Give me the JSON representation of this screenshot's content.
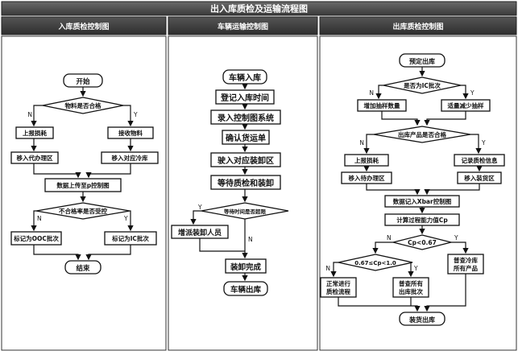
{
  "title": "出入库质检及运输流程图",
  "columns": {
    "inbound": "入库质检控制图",
    "transport": "车辆运输控制图",
    "outbound": "出库质检控制图"
  },
  "inbound": {
    "start": "开始",
    "decision_qualified": "物料是否合格",
    "no": "N",
    "yes": "Y",
    "report_loss": "上报损耗",
    "receive": "接收物料",
    "move_pending": "移入代办理区",
    "move_cold": "移入对应冷库",
    "upload": "数据上传至p控制图",
    "decision_rate": "不合格率是否受控",
    "mark_ooc": "标记为OOC批次",
    "mark_ic": "标记为IC批次",
    "end": "结束"
  },
  "transport": {
    "vehicle_in": "车辆入库",
    "register_time": "登记入库时间",
    "record_system": "录入控制图系统",
    "confirm_order": "确认货运单",
    "to_dock": "驶入对应装卸区",
    "wait_qc": "等待质检和装卸",
    "decision_wait": "等待时间是否超限",
    "yes": "Y",
    "no": "N",
    "add_staff": "增派装卸人员",
    "load_done": "装卸完成",
    "vehicle_out": "车辆出库"
  },
  "outbound": {
    "plan_out": "预定出库",
    "decision_ic": "是否为IC批次",
    "no": "N",
    "yes": "Y",
    "more_samples": "增加抽样数量",
    "fewer_samples": "适量减少抽样",
    "decision_product": "出库产品是否合格",
    "report_loss": "上报损耗",
    "record_qc": "记录质检信息",
    "move_pending": "移入待办理区",
    "move_load": "移入装货区",
    "record_xbar": "数据记入Xbar控制图",
    "calc_cp": "计算过程能力值Cp",
    "decision_cp": "Cp<0.67",
    "decision_range": "0.67≤Cp<1.0",
    "normal_flow": [
      "正常进行",
      "质检流程"
    ],
    "check_all_batch": [
      "普查所有",
      "出库批次"
    ],
    "check_cold": [
      "普查冷库",
      "所有产品"
    ],
    "ship_out": "装货出库"
  }
}
